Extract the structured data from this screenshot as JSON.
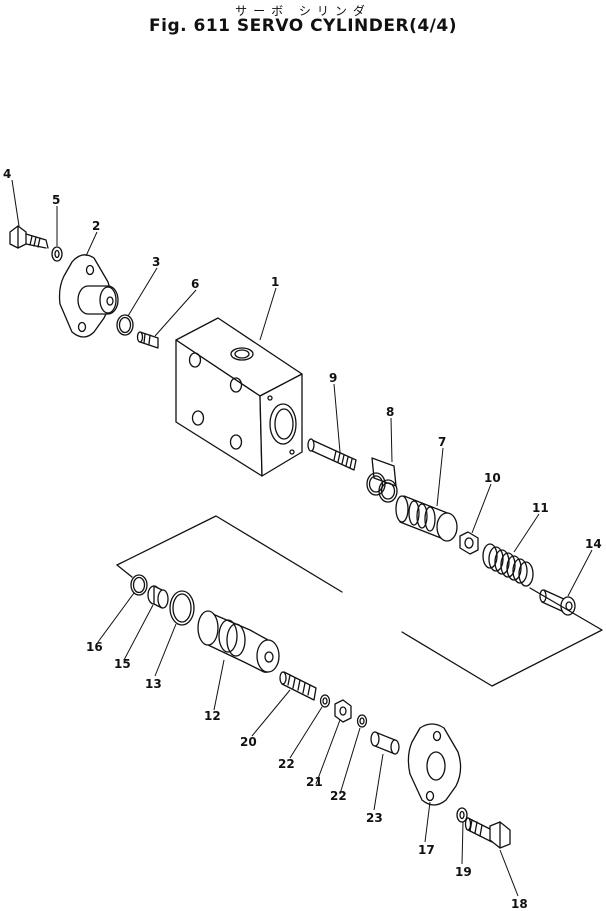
{
  "title_jp": "サーボ シリンダ",
  "title": "Fig. 611  SERVO  CYLINDER(4/4)",
  "callouts": [
    "1",
    "2",
    "3",
    "4",
    "5",
    "6",
    "7",
    "8",
    "9",
    "10",
    "11",
    "12",
    "13",
    "14",
    "15",
    "16",
    "17",
    "18",
    "19",
    "20",
    "21",
    "22",
    "23"
  ],
  "colors": {
    "ink": "#111111",
    "paper": "#ffffff"
  }
}
